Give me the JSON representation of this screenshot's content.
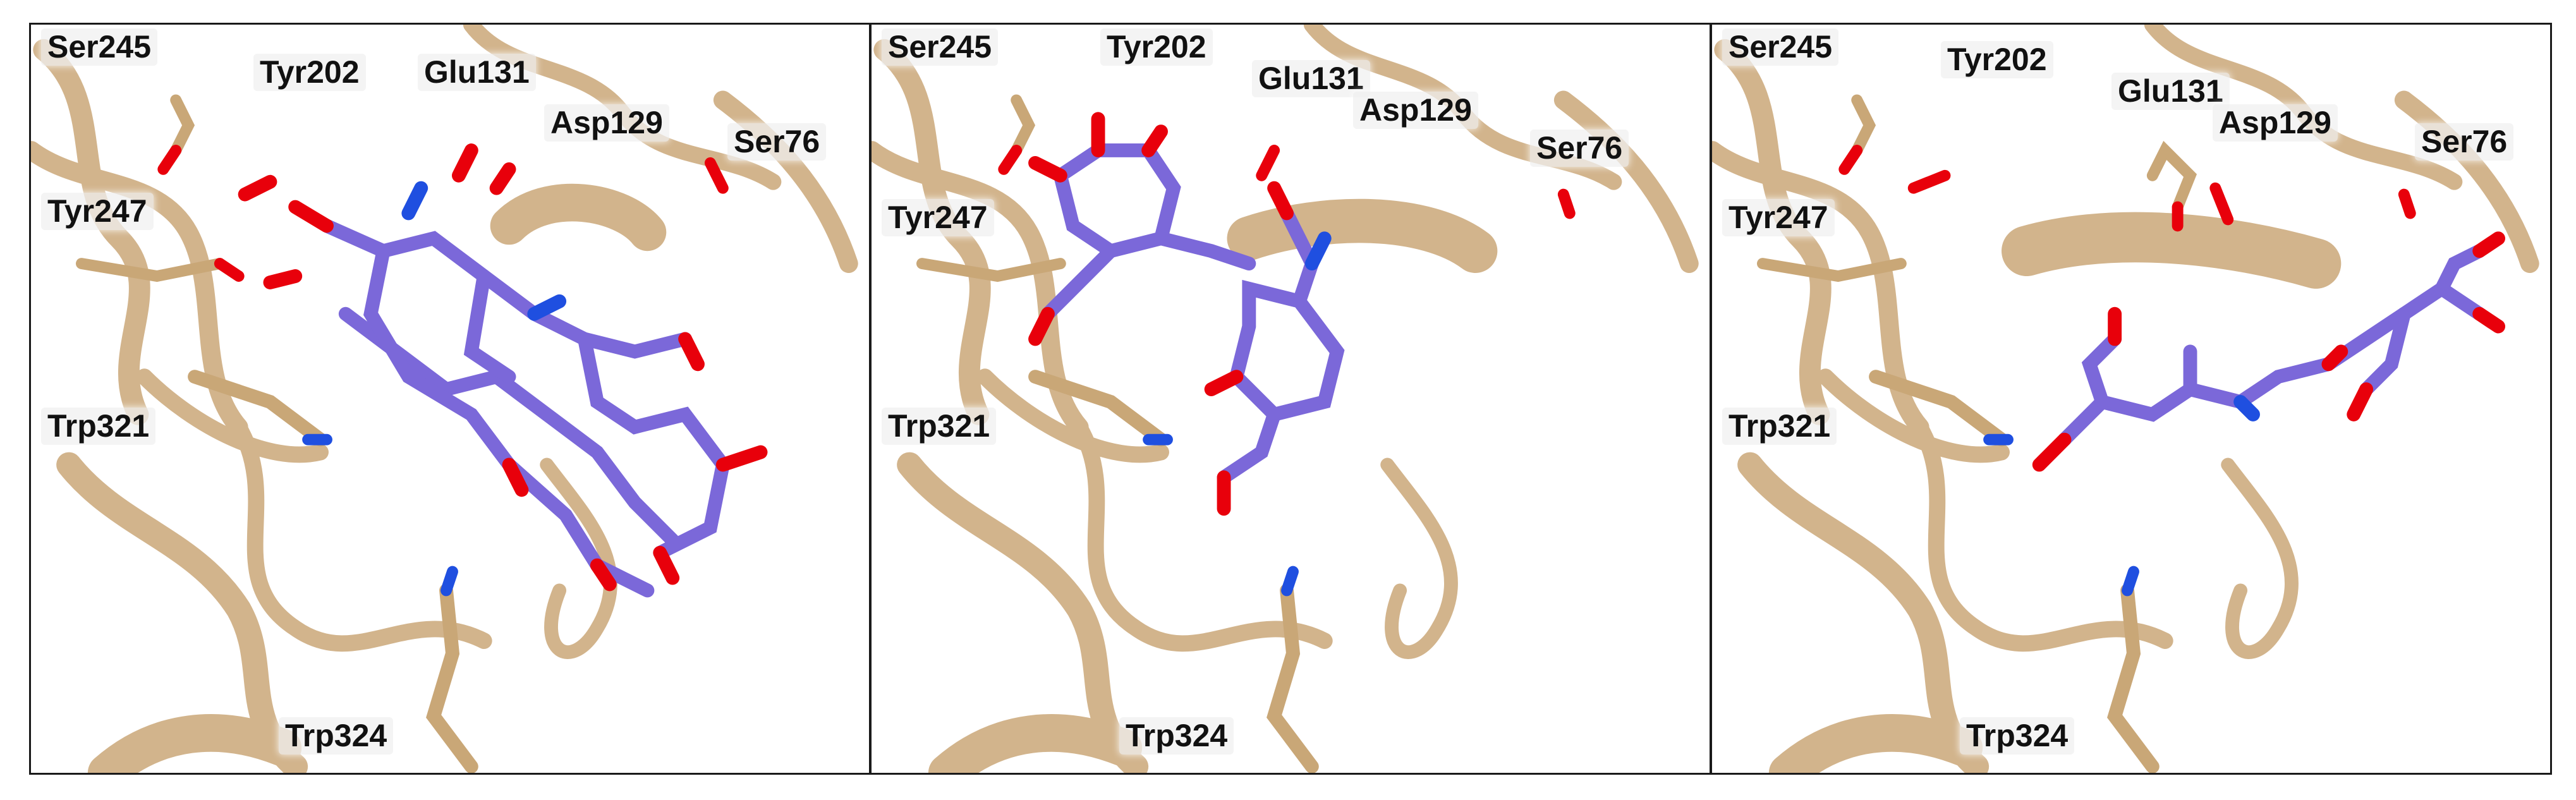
{
  "colors": {
    "protein_ribbon": "#d2b48c",
    "protein_ribbon_dark": "#b8976a",
    "ligand_carbon": "#7b68d9",
    "oxygen": "#e8000b",
    "nitrogen": "#1f4fe0",
    "hydrogen": "#ffffff"
  },
  "panels": [
    {
      "residue_labels": {
        "ser245": "Ser245",
        "tyr202": "Tyr202",
        "glu131": "Glu131",
        "asp129": "Asp129",
        "ser76": "Ser76",
        "tyr247": "Tyr247",
        "trp321": "Trp321",
        "trp324": "Trp324"
      }
    },
    {
      "residue_labels": {
        "ser245": "Ser245",
        "tyr202": "Tyr202",
        "glu131": "Glu131",
        "asp129": "Asp129",
        "ser76": "Ser76",
        "tyr247": "Tyr247",
        "trp321": "Trp321",
        "trp324": "Trp324"
      }
    },
    {
      "residue_labels": {
        "ser245": "Ser245",
        "tyr202": "Tyr202",
        "glu131": "Glu131",
        "asp129": "Asp129",
        "ser76": "Ser76",
        "tyr247": "Tyr247",
        "trp321": "Trp321",
        "trp324": "Trp324"
      }
    }
  ]
}
